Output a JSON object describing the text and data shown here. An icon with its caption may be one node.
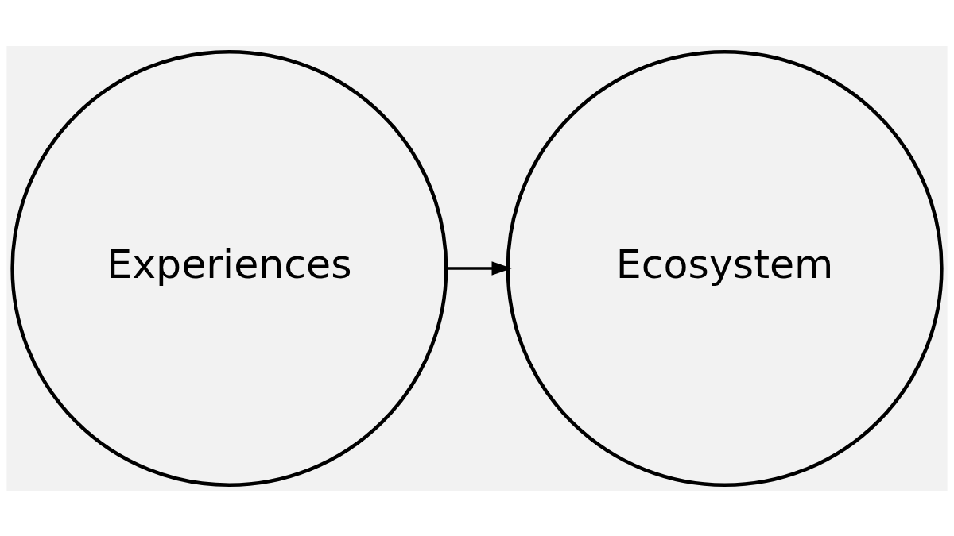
{
  "diagram": {
    "nodes": [
      {
        "text": [
          "Experiences"
        ]
      },
      {
        "text": [
          "Ecosystem"
        ]
      }
    ],
    "edges": [
      {
        "from": 0,
        "to": 1,
        "arrow": "to"
      }
    ]
  }
}
